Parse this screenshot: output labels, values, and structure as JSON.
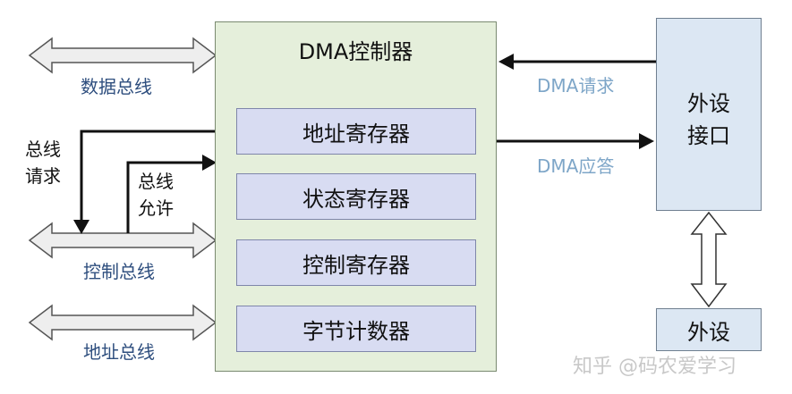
{
  "dma": {
    "title": "DMA控制器",
    "registers": [
      "地址寄存器",
      "状态寄存器",
      "控制寄存器",
      "字节计数器"
    ]
  },
  "buses": {
    "data": "数据总线",
    "control": "控制总线",
    "address": "地址总线"
  },
  "control_signals": {
    "bus_request_line1": "总线",
    "bus_request_line2": "请求",
    "bus_grant_line1": "总线",
    "bus_grant_line2": "允许"
  },
  "signals": {
    "dma_request": "DMA请求",
    "dma_ack": "DMA应答"
  },
  "peripheral": {
    "interface_line1": "外设",
    "interface_line2": "接口",
    "device": "外设"
  },
  "watermark": "知乎 @码农爱学习",
  "colors": {
    "dma_fill": "#e5efdb",
    "register_fill": "#d8dcf2",
    "peripheral_fill": "#dce7f3",
    "bus_label": "#2e4e7e",
    "signal_label": "#7ea6c8"
  }
}
